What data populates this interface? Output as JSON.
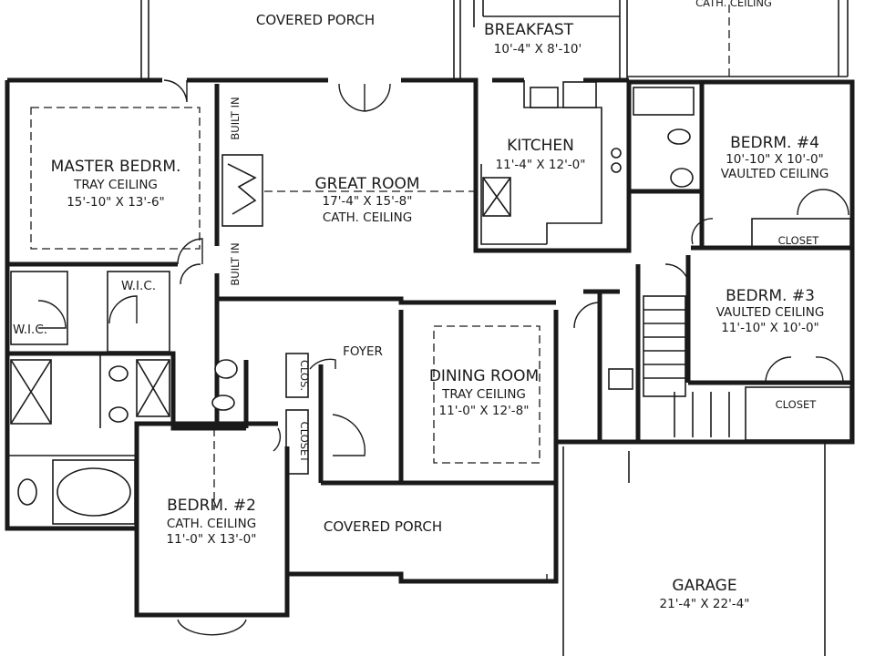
{
  "rooms": {
    "covered_porch_top": {
      "label": "COVERED PORCH"
    },
    "breakfast": {
      "label": "BREAKFAST",
      "dims": "10'-4\" X 8'-10'"
    },
    "cath_ceiling_top": {
      "label": "CATH. CEILING"
    },
    "master": {
      "label": "MASTER BEDRM.",
      "ceiling": "TRAY CEILING",
      "dims": "15'-10\" X 13'-6\""
    },
    "built_in_upper": {
      "label": "BUILT IN"
    },
    "built_in_lower": {
      "label": "BUILT IN"
    },
    "great_room": {
      "label": "GREAT ROOM",
      "dims": "17'-4\" X 15'-8\"",
      "ceiling": "CATH. CEILING"
    },
    "kitchen": {
      "label": "KITCHEN",
      "dims": "11'-4\" X 12'-0\""
    },
    "bedrm4": {
      "label": "BEDRM. #4",
      "dims": "10'-10\" X 10'-0\"",
      "ceiling": "VAULTED CEILING"
    },
    "closet4": {
      "label": "CLOSET"
    },
    "wic_right": {
      "label": "W.I.C."
    },
    "wic_left": {
      "label": "W.I.C."
    },
    "bedrm3": {
      "label": "BEDRM. #3",
      "ceiling": "VAULTED CEILING",
      "dims": "11'-10\" X 10'-0\""
    },
    "closet3": {
      "label": "CLOSET"
    },
    "foyer": {
      "label": "FOYER"
    },
    "clos_small": {
      "label": "CLOS."
    },
    "closet_foyer": {
      "label": "CLOSET"
    },
    "dining": {
      "label": "DINING ROOM",
      "ceiling": "TRAY CEILING",
      "dims": "11'-0\" X 12'-8\""
    },
    "bedrm2": {
      "label": "BEDRM. #2",
      "ceiling": "CATH. CEILING",
      "dims": "11'-0\" X 13'-0\""
    },
    "covered_porch_front": {
      "label": "COVERED PORCH"
    },
    "garage": {
      "label": "GARAGE",
      "dims": "21'-4\" X 22'-4\""
    }
  }
}
